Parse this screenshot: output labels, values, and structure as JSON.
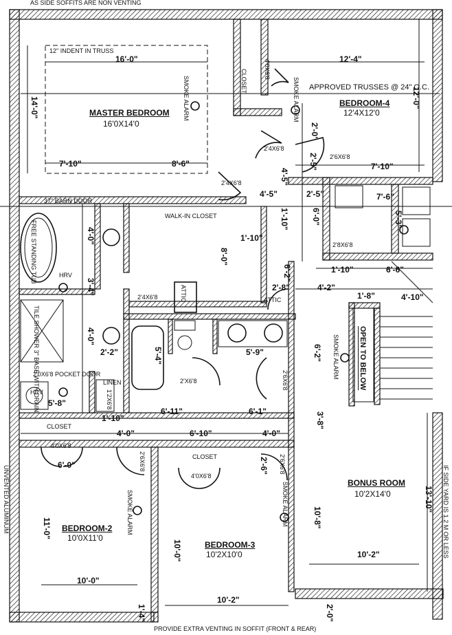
{
  "rooms": {
    "master_bedroom": {
      "name": "MASTER BEDROOM",
      "size": "16'0X14'0"
    },
    "bedroom_4": {
      "name": "BEDROOM-4",
      "size": "12'4X12'0"
    },
    "bonus_room": {
      "name": "BONUS ROOM",
      "size": "10'2X14'0"
    },
    "bedroom_2": {
      "name": "BEDROOM-2",
      "size": "10'0X11'0"
    },
    "bedroom_3": {
      "name": "BEDROOM-3",
      "size": "10'2X10'0"
    },
    "walk_in_closet": "WALK-IN CLOSET",
    "attic": "ATTIC",
    "linen": "LINEN",
    "closet_top": "CLOSET",
    "closet_left": "CLOSET",
    "closet_bed3": "CLOSET",
    "open_to_below": "OPEN TO BELOW"
  },
  "notes": {
    "top_soffit": "AS SIDE SOFFITS ARE NON VENTING",
    "indent_truss": "12\" INDENT IN TRUSS",
    "approved_trusses": "APPROVED TRUSSES @ 24\" O.C.",
    "barn_door": "37\" BARN DOOR",
    "free_standing_tub": "FREE STANDING TUB",
    "hrv_1": "HRV",
    "hrv_2": "HRV",
    "tile_shower": "TILE SHOWER 3\" BASE WITH DRAIN",
    "pocket_door": "2'0X6'8 POCKET DOOR",
    "smoke_alarm_master": "SMOKE ALARM",
    "smoke_alarm_b4": "SMOKE ALARM",
    "smoke_alarm_hall": "SMOKE ALARM",
    "smoke_alarm_b2": "SMOKE ALARM",
    "smoke_alarm_b3": "SMOKE ALARM",
    "bottom_soffit": "PROVIDE EXTRA VENTING IN SOFFIT (FRONT & REAR)",
    "left_margin": "UNVENTED ALUMINUM",
    "right_margin": "IF SIDE YARD IS 1.2 M OR LESS",
    "attic_hatch": "ATTIC"
  },
  "doors": {
    "d1": "4'0X6'8",
    "d2": "2'4X6'8",
    "d3": "2'6X6'8",
    "d4": "2'4X6'8",
    "d5": "2'8X6'8",
    "d6": "2'4X6'8",
    "d7": "2'X6'8",
    "d8": "2'6X6'8",
    "d9": "1'2X6'8",
    "d10": "4'0X6'8",
    "d11": "2'6X6'8",
    "d12": "4'0X6'8",
    "d13": "2'6X6'8"
  },
  "dimensions": {
    "master_w": "16'-0\"",
    "master_h": "14'-0\"",
    "master_l": "7'-10\"",
    "master_r": "8'-6\"",
    "b4_w": "12'-4\"",
    "b4_h": "12'-0\"",
    "b4_bottom": "7'-10\"",
    "a1": "2'-0\"",
    "a2": "2'-5\"",
    "a3": "4'-5\"",
    "a4": "2'-5\"",
    "a5": "4'-5\"",
    "a6": "7'-6\"",
    "a7": "6'-0\"",
    "a8": "1'-10\"",
    "a9": "1'-10\"",
    "a10": "5'-3\"",
    "a11": "8'-0\"",
    "a12": "4'-0\"",
    "a13": "3'-4\"",
    "a14": "4'-0\"",
    "a15": "2'-2\"",
    "a16": "5'-4\"",
    "a17": "5'-9\"",
    "a18": "6'-2\"",
    "a19": "2'-8\"",
    "a20": "4'-2\"",
    "a21": "1'-10\"",
    "a22": "6'-6\"",
    "a23": "1'-8\"",
    "a24": "4'-10\"",
    "a25": "6'-2\"",
    "a26": "5'-8\"",
    "a27": "1'-10\"",
    "a28": "6'-11\"",
    "a29": "6'-1\"",
    "a30": "3'-8\"",
    "a31": "4'-0\"",
    "a32": "6'-10\"",
    "a33": "4'-0\"",
    "a34": "6'-0\"",
    "a35": "2'-6\"",
    "a36": "11'-0\"",
    "a37": "10'-0\"",
    "a38": "10'-0\"",
    "a39": "10'-2\"",
    "a40": "10'-8\"",
    "a41": "13'-10\"",
    "a42": "10'-2\"",
    "a43": "1'-4\"",
    "a44": "2'-0\""
  }
}
